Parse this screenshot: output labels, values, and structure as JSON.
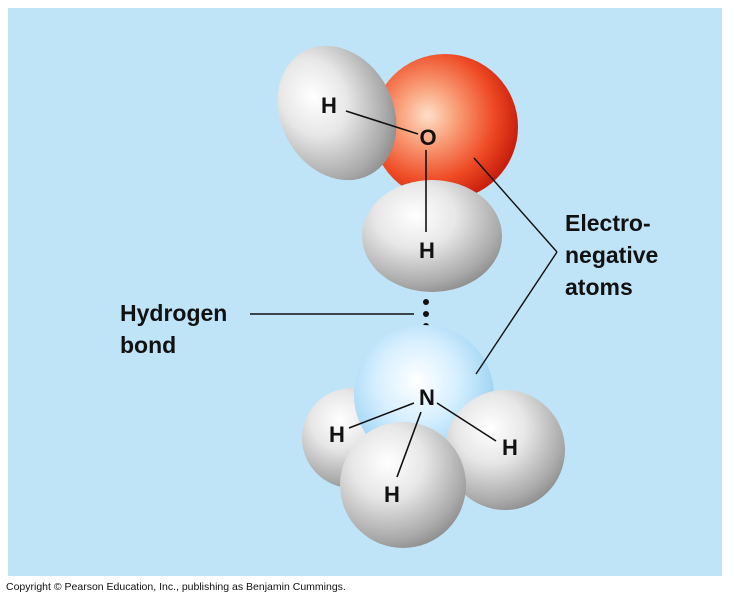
{
  "molecules": {
    "water": {
      "oxygen": "O",
      "hydrogen_upper": "H",
      "hydrogen_lower": "H"
    },
    "ammonia": {
      "nitrogen": "N",
      "hydrogen_left": "H",
      "hydrogen_right": "H",
      "hydrogen_bottom": "H"
    }
  },
  "labels": {
    "hydrogen_bond": [
      "Hydrogen",
      "bond"
    ],
    "electronegative": [
      "Electro-",
      "negative",
      "atoms"
    ]
  },
  "colors": {
    "background": "#bfe4f8",
    "oxygen": "#e8321a",
    "nitrogen": "#a8dcf8",
    "hydrogen": "#c8c8c8"
  },
  "copyright": "Copyright © Pearson Education, Inc., publishing as Benjamin Cummings."
}
